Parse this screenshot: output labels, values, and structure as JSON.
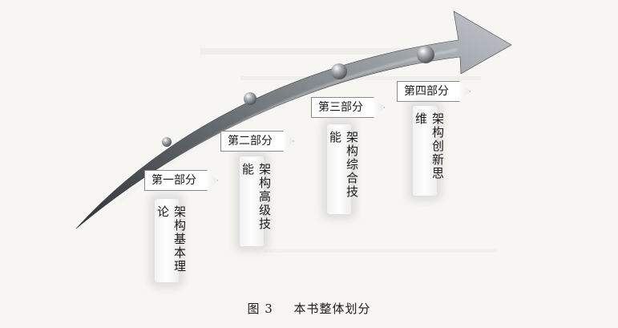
{
  "parts": [
    {
      "tab": "第一部分",
      "content": "架构基本理论"
    },
    {
      "tab": "第二部分",
      "content": "架构高级技能"
    },
    {
      "tab": "第三部分",
      "content": "架构综合技能"
    },
    {
      "tab": "第四部分",
      "content": "架构创新思维"
    }
  ],
  "caption": {
    "label": "图 3",
    "title": "本书整体划分"
  },
  "colors": {
    "arrow_dark": "#4f5358",
    "arrow_light": "#b9bdc2",
    "ball": "#6f747a",
    "background": "#f7f6f3"
  }
}
